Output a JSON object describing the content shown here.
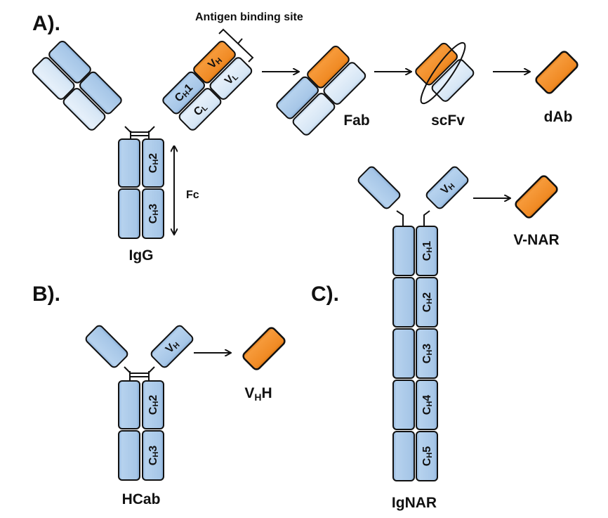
{
  "panels": {
    "a": {
      "label": "A).",
      "igg": {
        "name": "IgG",
        "domains": {
          "vh": "V",
          "vh_sub": "H",
          "vl": "V",
          "vl_sub": "L",
          "ch1": "C",
          "ch1_sub": "H",
          "ch1_num": "1",
          "cl": "C",
          "cl_sub": "L",
          "ch2": "C",
          "ch2_sub": "H",
          "ch2_num": "2",
          "ch3": "C",
          "ch3_sub": "H",
          "ch3_num": "3"
        },
        "antigen_site_label": "Antigen binding site",
        "fc_label": "Fc"
      },
      "fragments": [
        "Fab",
        "scFv",
        "dAb"
      ]
    },
    "b": {
      "label": "B).",
      "hcab": {
        "name": "HCab",
        "domains": {
          "vh": "V",
          "vh_sub": "H",
          "ch2": "C",
          "ch2_sub": "H",
          "ch2_num": "2",
          "ch3": "C",
          "ch3_sub": "H",
          "ch3_num": "3"
        }
      },
      "fragment": {
        "main": "V",
        "sub": "H",
        "tail": "H"
      }
    },
    "c": {
      "label": "C).",
      "ignar": {
        "name": "IgNAR",
        "domains": {
          "vh": "V",
          "vh_sub": "H",
          "c": "C",
          "sub": "H",
          "nums": [
            "1",
            "2",
            "3",
            "4",
            "5"
          ]
        }
      },
      "fragment": "V-NAR"
    }
  },
  "colors": {
    "heavy_blue": "#a9c8e8",
    "light_blue": "#d6e6f5",
    "variable_orange": "#f08a24",
    "outline": "#111111"
  }
}
